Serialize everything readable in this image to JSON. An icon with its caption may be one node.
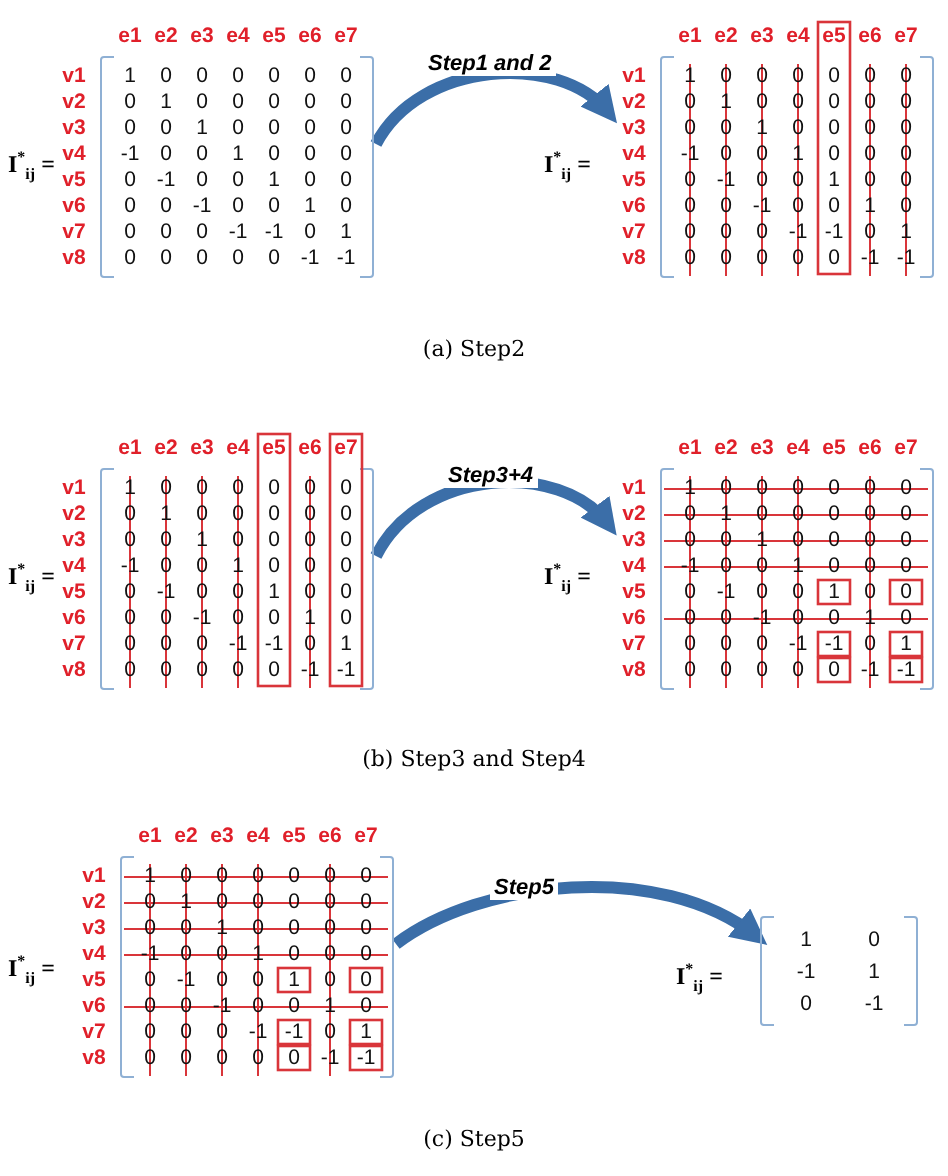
{
  "diagram": {
    "nodes": [
      {
        "text": [
          "e1 e2 e3 e4 e5 e6 e7",
          "v1 v2 v3 v4 v5 v6 v7 v8",
          "1 0 0 0 0 0 0",
          "0 1 0 0 0 0 0",
          "0 0 1 0 0 0 0",
          "-1 0 0 1 0 0 0",
          "0 -1 0 0 1 0 0",
          "0 0 -1 0 0 1 0",
          "0 0 0 -1 -1 0 1",
          "0 0 0 0 0 -1 -1"
        ],
        "beside": [
          "I$^{*}$$_{ij}$ ="
        ]
      },
      {
        "text": [
          "e1 e2 e3 e4 e5 e6 e7",
          "v1 v2 v3 v4 v5 v6 v7 v8",
          "1 0 0 0 0 0 0",
          "0 1 0 0 0 0 0",
          "0 0 1 0 0 0 0",
          "-1 0 0 1 0 0 0",
          "0 -1 0 0 1 0 0",
          "0 0 -1 0 0 1 0",
          "0 0 0 -1 -1 0 1",
          "0 0 0 0 0 -1 -1"
        ],
        "beside": [
          "I$^{*}$$_{ij}$ ="
        ]
      },
      {
        "text": [
          "e1 e2 e3 e4 e5 e6 e7",
          "v1 v2 v3 v4 v5 v6 v7 v8",
          "1 0 0 0 0 0 0",
          "0 1 0 0 0 0 0",
          "0 0 1 0 0 0 0",
          "-1 0 0 1 0 0 0",
          "0 -1 0 0 1 0 0",
          "0 0 -1 0 0 1 0",
          "0 0 0 -1 -1 0 1",
          "0 0 0 0 0 -1 -1"
        ],
        "beside": [
          "I$^{*}$$_{ij}$ ="
        ]
      },
      {
        "text": [
          "e1 e2 e3 e4 e5 e6 e7",
          "v1 v2 v3 v4 v5 v6 v7 v8",
          "1 0 0 0 0 0 0",
          "0 1 0 0 0 0 0",
          "0 0 1 0 0 0 0",
          "-1 0 0 1 0 0 0",
          "0 -1 0 0 1 0 0",
          "0 0 -1 0 0 1 0",
          "0 0 0 -1 -1 0 1",
          "0 0 0 0 0 -1 -1"
        ],
        "beside": [
          "I$^{*}$$_{ij}$ ="
        ]
      },
      {
        "text": [
          "e1 e2 e3 e4 e5 e6 e7",
          "v1 v2 v3 v4 v5 v6 v7 v8",
          "1 0 0 0 0 0 0",
          "0 1 0 0 0 0 0",
          "0 0 1 0 0 0 0",
          "-1 0 0 1 0 0 0",
          "0 -1 0 0 1 0 0",
          "0 0 -1 0 0 1 0",
          "0 0 0 -1 -1 0 1",
          "0 0 0 0 0 -1 -1"
        ],
        "beside": [
          "I$^{*}$$_{ij}$ ="
        ]
      },
      {
        "text": [
          "1 0",
          "-1 1",
          "0 -1"
        ],
        "beside": [
          "I$^{*}$$_{ij}$ ="
        ]
      }
    ],
    "edges": [
      {
        "from": 0,
        "to": 1,
        "arrow": "to",
        "label": "Step1 and 2"
      },
      {
        "from": 2,
        "to": 3,
        "arrow": "to",
        "label": "Step3+4"
      },
      {
        "from": 4,
        "to": 5,
        "arrow": "to",
        "label": "Step5"
      }
    ],
    "labels": [
      "(a) Step2",
      "(b) Step3 and Step4",
      "(c) Step5"
    ]
  }
}
